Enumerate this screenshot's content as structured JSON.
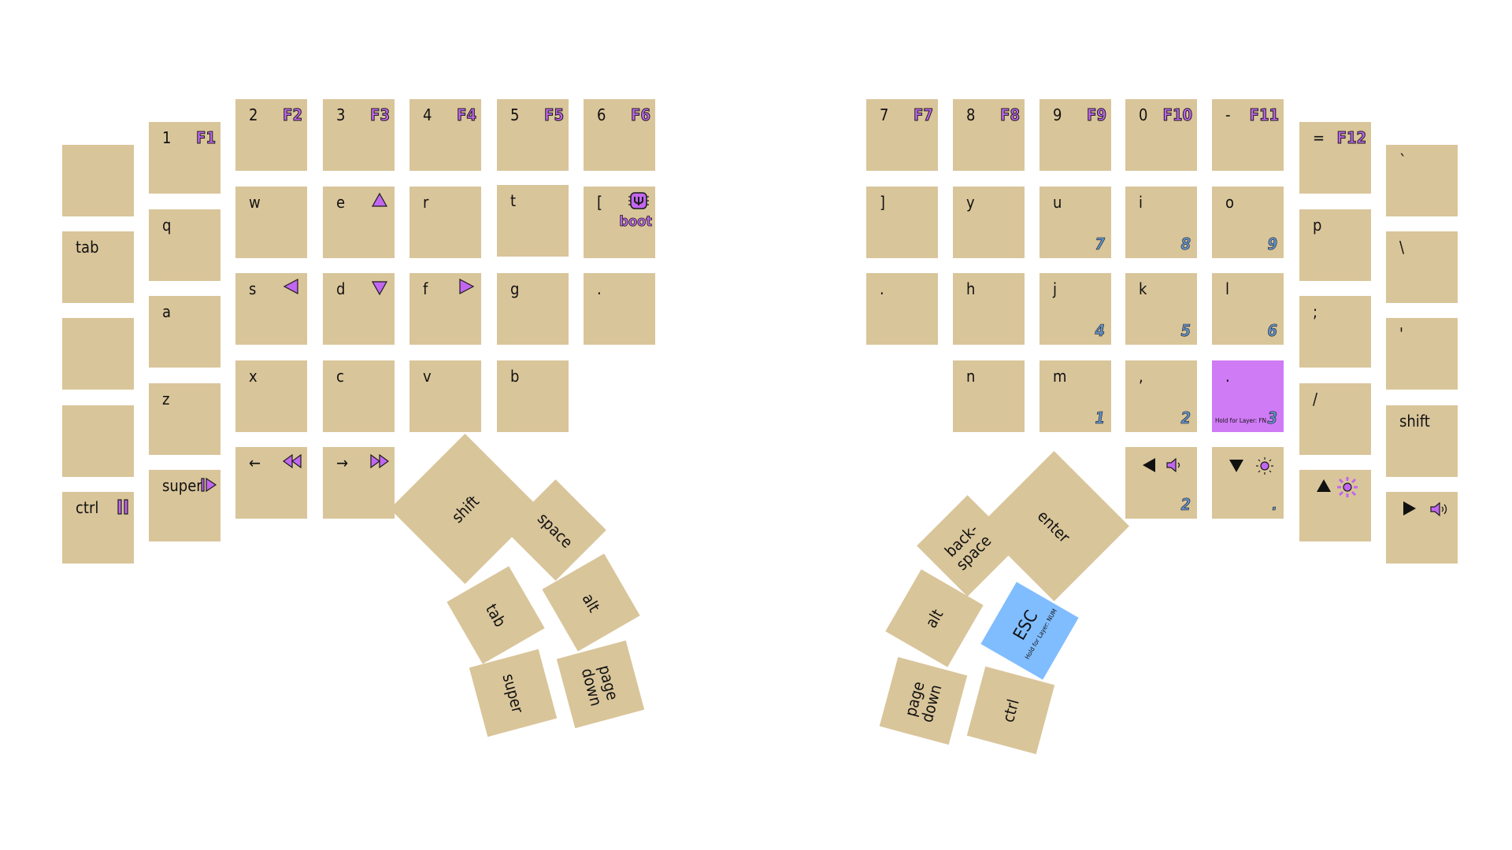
{
  "keys": {
    "l1_0": "",
    "l1_1": "tab",
    "l1_2": "",
    "l1_3": "",
    "l1_4": "ctrl",
    "l2_0": "1",
    "l2_0s": "F1",
    "l2_1": "q",
    "l2_2": "a",
    "l2_3": "z",
    "l2_4": "super",
    "l3_0": "2",
    "l3_0s": "F2",
    "l3_1": "w",
    "l3_2": "s",
    "l3_3": "x",
    "l3_4": "←",
    "l4_0": "3",
    "l4_0s": "F3",
    "l4_1": "e",
    "l4_2": "d",
    "l4_3": "c",
    "l4_4": "→",
    "l5_0": "4",
    "l5_0s": "F4",
    "l5_1": "r",
    "l5_2": "f",
    "l5_3": "v",
    "l6_0": "5",
    "l6_0s": "F5",
    "l6_1": "t",
    "l6_2": "g",
    "l6_3": "b",
    "l7_0": "6",
    "l7_0s": "F6",
    "l7_1": "[",
    "l7_1s": "boot",
    "l7_2": ".",
    "r1_0": "7",
    "r1_0s": "F7",
    "r1_1": "]",
    "r1_2": ".",
    "r2_0": "8",
    "r2_0s": "F8",
    "r2_1": "y",
    "r2_2": "h",
    "r2_3": "n",
    "r3_0": "9",
    "r3_0s": "F9",
    "r3_1": "u",
    "r3_1n": "7",
    "r3_2": "j",
    "r3_2n": "4",
    "r3_3": "m",
    "r3_3n": "1",
    "r4_0": "0",
    "r4_0s": "F10",
    "r4_1": "i",
    "r4_1n": "8",
    "r4_2": "k",
    "r4_2n": "5",
    "r4_3": ",",
    "r4_3n": "2",
    "r4_4n": "2",
    "r5_0": "-",
    "r5_0s": "F11",
    "r5_1": "o",
    "r5_1n": "9",
    "r5_2": "l",
    "r5_2n": "6",
    "r5_3": ".",
    "r5_3n": "3",
    "r5_3h": "Hold for Layer: FN",
    "r5_4n": ".",
    "r6_0": "=",
    "r6_0s": "F12",
    "r6_1": "p",
    "r6_2": ";",
    "r6_3": "/",
    "r7_0": "`",
    "r7_1": "\\",
    "r7_2": "'",
    "r7_3": "shift"
  },
  "thumbs": {
    "l_shift": "shift",
    "l_space": "space",
    "l_tab": "tab",
    "l_alt": "alt",
    "l_super": "super",
    "l_pgdn": "page down",
    "r_enter": "enter",
    "r_back": "back-space",
    "r_alt": "alt",
    "r_esc": "ESC",
    "r_esc_hold": "Hold for Layer: NUM",
    "r_pgdn": "page down",
    "r_ctrl": "ctrl"
  },
  "icons": {
    "l2_4": "play-pause-icon",
    "l1_4": "pause-icon",
    "l3_4": "rewind-icon",
    "l4_4": "fast-forward-icon",
    "l4_1": "triangle-up-icon",
    "l3_2": "triangle-left-icon",
    "l4_2": "triangle-down-icon",
    "l5_2": "triangle-right-icon",
    "l7_1": "chip-icon",
    "r4_4": "volume-down-icon",
    "r5_4": "brightness-down-icon",
    "r6_4": "brightness-up-icon",
    "r7_4": "volume-up-icon"
  },
  "colors": {
    "key": "#d9c59a",
    "fn_layer": "#cf7bf5",
    "num_layer": "#80bdff",
    "icon": "#c266f0"
  }
}
